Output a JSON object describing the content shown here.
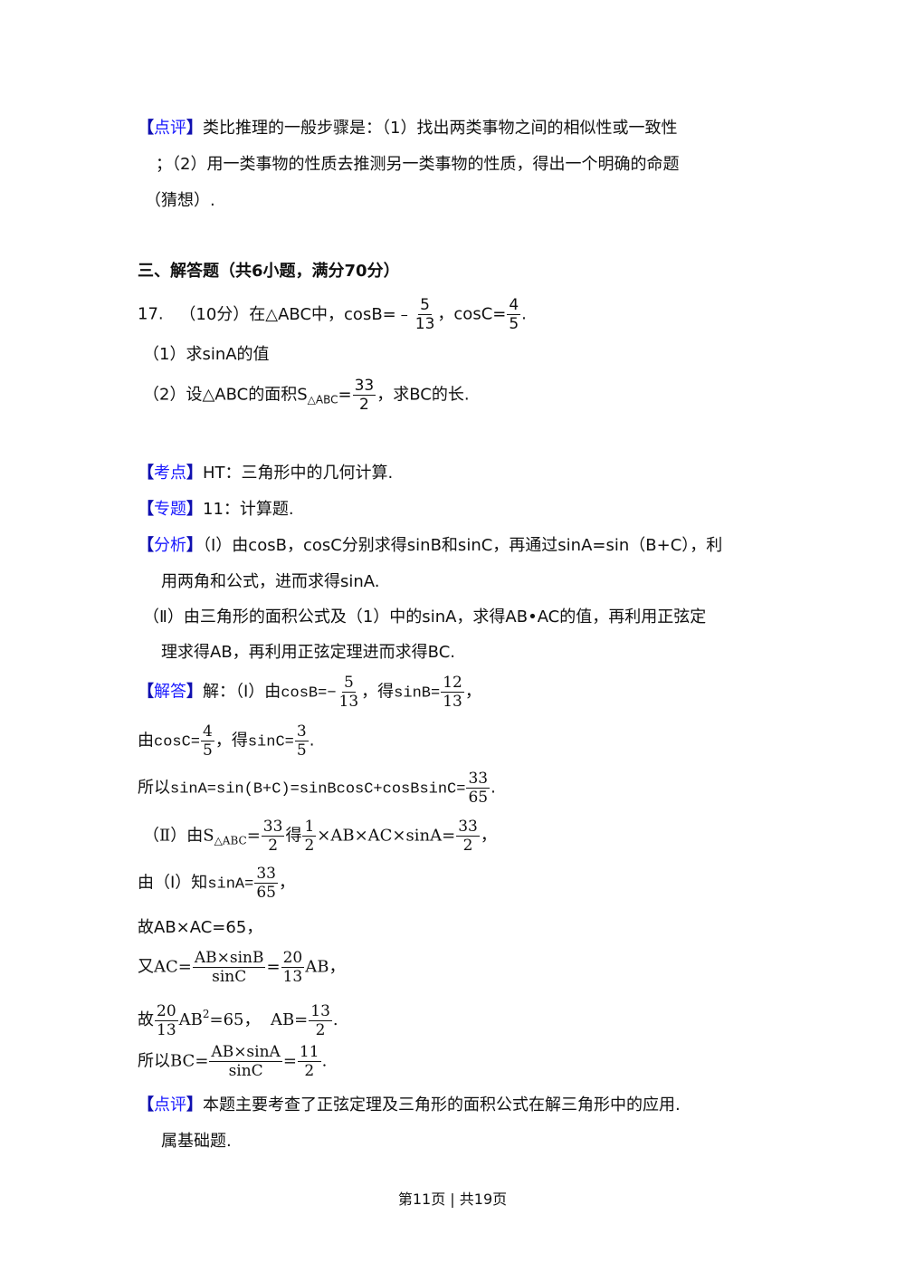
{
  "prev_review": {
    "tag": "点评",
    "line1": "类比推理的一般步骤是：（1）找出两类事物之间的相似性或一致性",
    "line2": "；（2）用一类事物的性质去推测另一类事物的性质，得出一个明确的命题",
    "line3": "（猜想）."
  },
  "section": {
    "heading": "三、解答题（共6小题，满分70分）"
  },
  "problem": {
    "number": "17.",
    "points": "（10分）在△ABC中，cosB=﹣",
    "cosB_num": "5",
    "cosB_den": "13",
    "mid": "，cosC=",
    "cosC_num": "4",
    "cosC_den": "5",
    "end": ".",
    "part1": "（1）求sinA的值",
    "part2_prefix": "（2）设△ABC的面积S",
    "part2_sub": "△ABC",
    "part2_eq": "=",
    "part2_num": "33",
    "part2_den": "2",
    "part2_suffix": "，求BC的长."
  },
  "kaodian": {
    "tag": "考点",
    "text": "HT：三角形中的几何计算."
  },
  "zhuanti": {
    "tag": "专题",
    "text": "11：计算题."
  },
  "fenxi": {
    "tag": "分析",
    "line1": "（Ⅰ）由cosB，cosC分别求得sinB和sinC，再通过sinA=sin（B+C），利",
    "line2": "用两角和公式，进而求得sinA.",
    "line3": "（Ⅱ）由三角形的面积公式及（1）中的sinA，求得AB•AC的值，再利用正弦定",
    "line4": "理求得AB，再利用正弦定理进而求得BC."
  },
  "jieda": {
    "tag": "解答",
    "l1_prefix": "解：（Ⅰ）由",
    "l1_expr1": "cosB=−",
    "l1_f1_num": "5",
    "l1_f1_den": "13",
    "l1_mid": "，得",
    "l1_expr2": "sinB=",
    "l1_f2_num": "12",
    "l1_f2_den": "13",
    "l1_end": "，",
    "l2_prefix": "由",
    "l2_expr1": "cosC=",
    "l2_f1_num": "4",
    "l2_f1_den": "5",
    "l2_mid": "，得",
    "l2_expr2": "sinC=",
    "l2_f2_num": "3",
    "l2_f2_den": "5",
    "l2_end": ".",
    "l3_prefix": "所以",
    "l3_expr": "sinA=sin(B+C)=sinBcosC+cosBsinC=",
    "l3_num": "33",
    "l3_den": "65",
    "l3_end": ".",
    "l4_prefix": "（Ⅱ）由",
    "l4_s": "S",
    "l4_sub": "△ABC",
    "l4_eq": "=",
    "l4_f1_num": "33",
    "l4_f1_den": "2",
    "l4_de": "得",
    "l4_f2_num": "1",
    "l4_f2_den": "2",
    "l4_expr": "×AB×AC×sinA=",
    "l4_f3_num": "33",
    "l4_f3_den": "2",
    "l4_end": "，",
    "l5_prefix": "由（Ⅰ）知",
    "l5_expr": "sinA=",
    "l5_num": "33",
    "l5_den": "65",
    "l5_end": "，",
    "l6": "故AB×AC=65，",
    "l7_prefix": "又",
    "l7_expr": "AC=",
    "l7_f1_num": "AB×sinB",
    "l7_f1_den": "sinC",
    "l7_eq": "=",
    "l7_f2_num": "20",
    "l7_f2_den": "13",
    "l7_end": "AB，",
    "l8_prefix": "故",
    "l8_f1_num": "20",
    "l8_f1_den": "13",
    "l8_ab": "AB",
    "l8_sup": "2",
    "l8_mid": "=65，  AB=",
    "l8_f2_num": "13",
    "l8_f2_den": "2",
    "l8_end": ".",
    "l9_prefix": "所以",
    "l9_expr": "BC=",
    "l9_f1_num": "AB×sinA",
    "l9_f1_den": "sinC",
    "l9_eq": "=",
    "l9_f2_num": "11",
    "l9_f2_den": "2",
    "l9_end": "."
  },
  "review": {
    "tag": "点评",
    "line1": "本题主要考查了正弦定理及三角形的面积公式在解三角形中的应用.",
    "line2": "属基础题."
  },
  "footer": {
    "page_text": "第11页 | 共19页"
  }
}
